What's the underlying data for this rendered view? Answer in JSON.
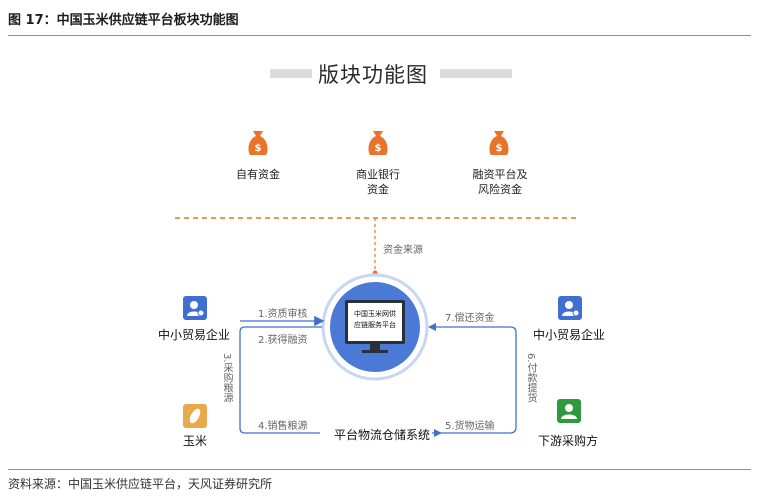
{
  "figure": {
    "title": "图 17：中国玉米供应链平台板块功能图",
    "source": "资料来源：中国玉米供应链平台，天风证券研究所"
  },
  "diagram": {
    "title": "版块功能图",
    "funding_sources": [
      {
        "label": "自有资金",
        "icon": "money-bag-icon"
      },
      {
        "label": "商业银行\n资金",
        "icon": "money-bag-icon"
      },
      {
        "label": "融资平台及\n风险资金",
        "icon": "money-bag-icon"
      }
    ],
    "fund_source_label": "资金来源",
    "platform_label": "中国玉米网供\n应链服务平台",
    "left_party": "中小贸易企业",
    "right_party": "中小贸易企业",
    "corn": "玉米",
    "downstream": "下游采购方",
    "warehouse": "平台物流仓储系统",
    "steps": {
      "s1": "1.资质审核",
      "s2": "2.获得融资",
      "s3": "3.采购粮源",
      "s4": "4.销售粮源",
      "s5": "5.货物运输",
      "s6": "6.付款提货",
      "s7": "7.偿还资金"
    },
    "colors": {
      "accent_orange": "#e8742c",
      "blue": "#3f6fd1",
      "green": "#2e9a3e",
      "tan": "#e8a94a"
    }
  }
}
